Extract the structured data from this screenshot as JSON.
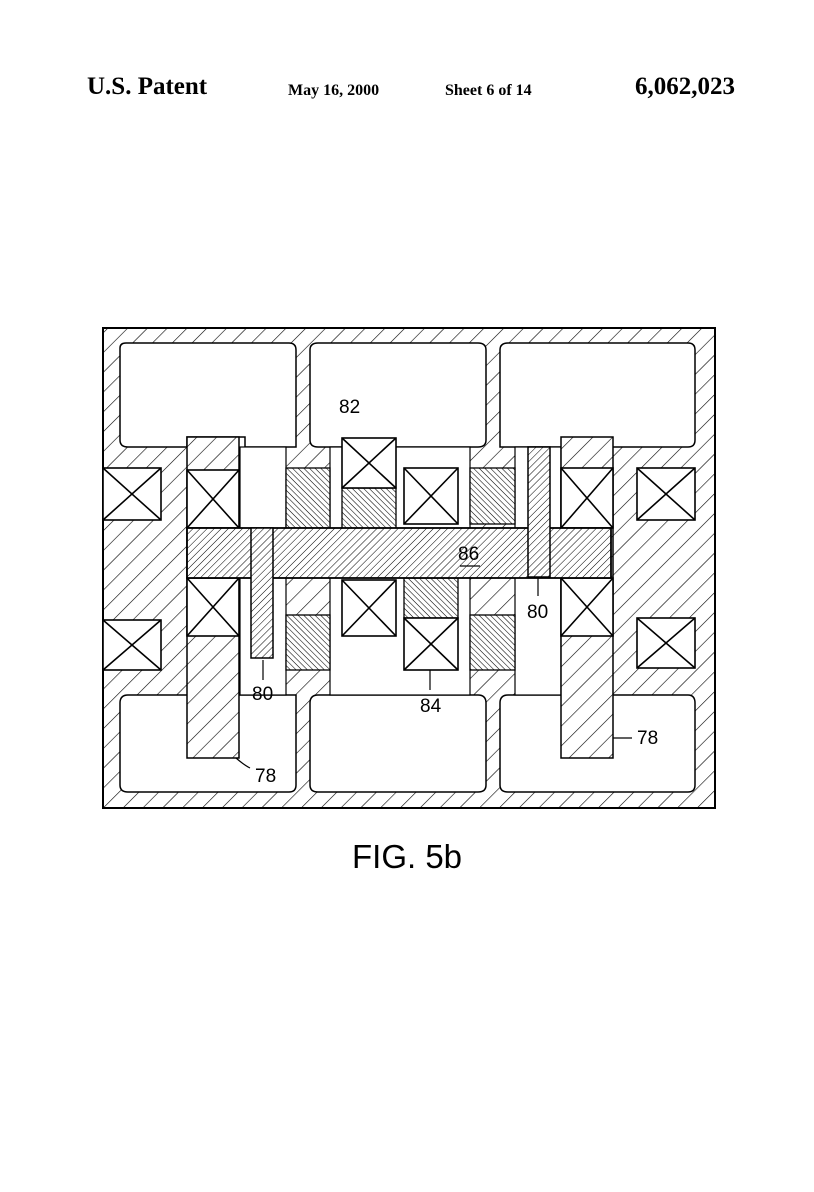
{
  "header": {
    "publication": "U.S. Patent",
    "date": "May 16, 2000",
    "sheet": "Sheet 6 of 14",
    "patent_number": "6,062,023"
  },
  "figure": {
    "caption": "FIG. 5b",
    "reference_labels": {
      "shaft": "86",
      "coil_upper": "82",
      "coil_lower": "84",
      "flange_left": "80",
      "flange_right": "80",
      "armature_left": "78",
      "armature_right": "78"
    }
  }
}
